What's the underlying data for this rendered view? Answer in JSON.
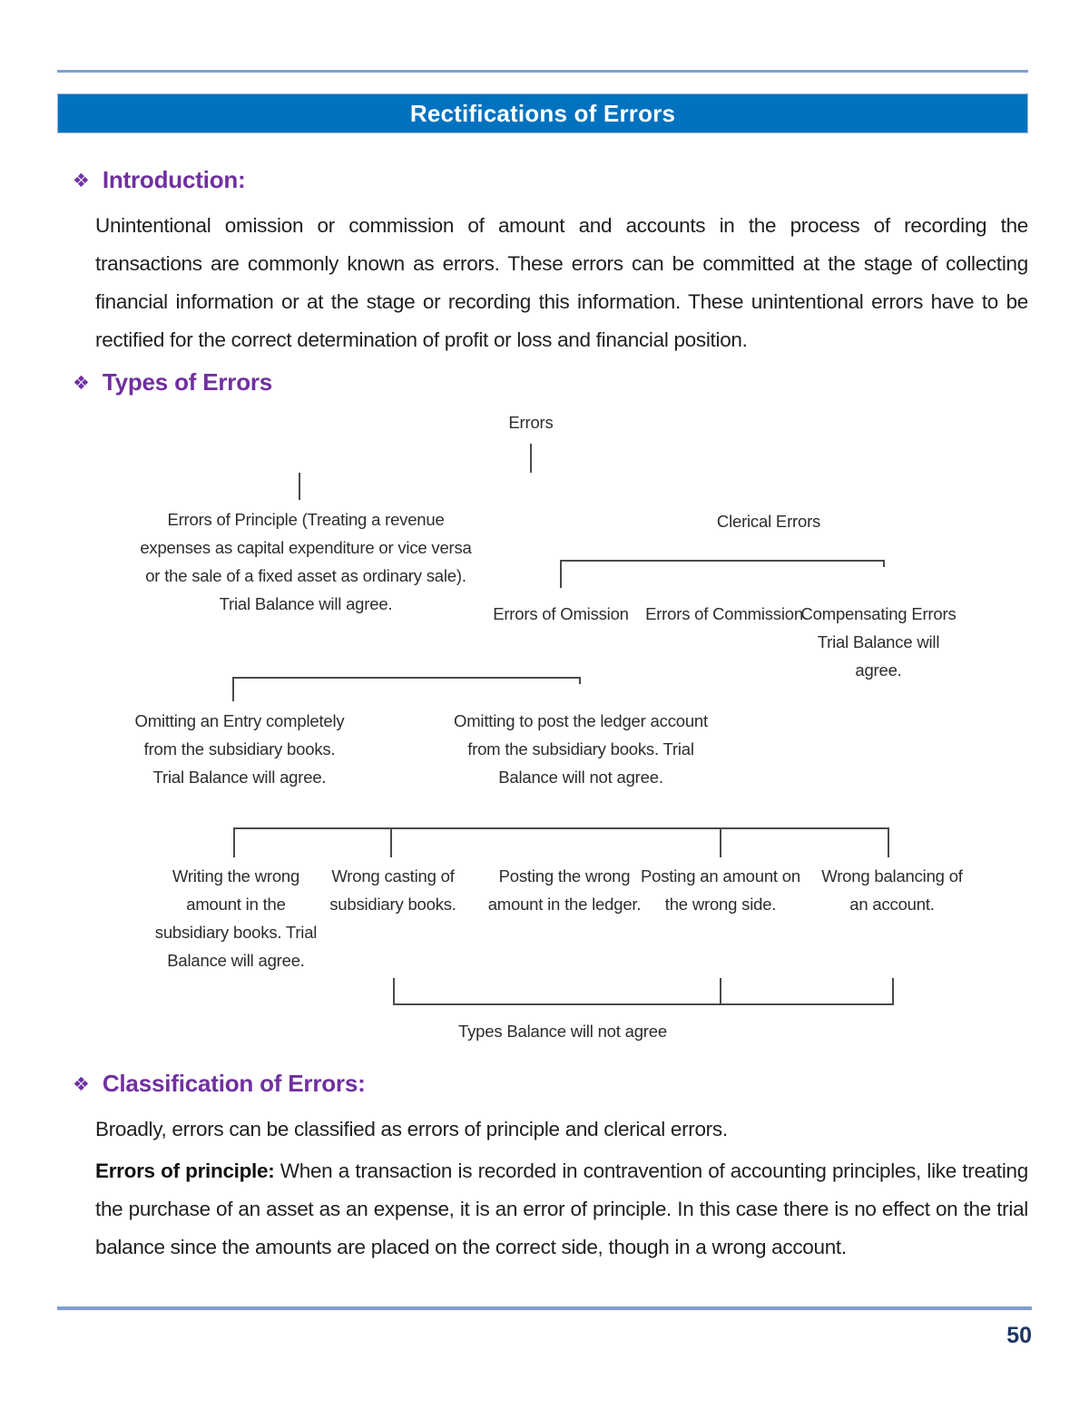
{
  "page": {
    "bullet_glyph": "❖",
    "page_number": "50",
    "colors": {
      "title_bar_blue": "#0072bf",
      "rule_blue": "#7f9ed6",
      "heading_purple": "#7030a0",
      "page_number_navy": "#1e3560",
      "diagram_line_gray": "#4a4a4a"
    }
  },
  "title_bar": {
    "title": "Rectifications of Errors"
  },
  "sections": {
    "introduction": {
      "heading": "Introduction:",
      "paragraph": "Unintentional omission or commission of amount and accounts in the process of recording the transactions are commonly known as errors. These errors can be committed at the stage of collecting financial information or at the stage or recording this information. These unintentional errors have to be rectified for the correct determination of profit or loss and financial position."
    },
    "types": {
      "heading": "Types of Errors"
    },
    "classification": {
      "heading": "Classification of Errors:",
      "intro_line": "Broadly, errors can be classified as errors of principle and clerical errors.",
      "principle_lead": "Errors of principle:",
      "principle_text": " When a transaction is recorded in contravention of accounting principles, like treating the purchase of an asset as an expense, it is an error of principle. In this case there is no effect on the trial balance since the amounts are placed on the correct side, though in a wrong account."
    }
  },
  "diagram": {
    "root": "Errors",
    "principle_node": {
      "line1": "Errors of Principle (Treating a revenue",
      "line2": "expenses as capital expenditure or vice versa",
      "line3": "or the sale of a fixed asset as ordinary sale).",
      "line4": "Trial Balance will agree."
    },
    "clerical_node": "Clerical Errors",
    "omission_node": "Errors of Omission",
    "commission_node": "Errors of Commission",
    "compensating_node": {
      "line1": "Compensating Errors",
      "line2": "Trial Balance will",
      "line3": "agree."
    },
    "omit_entry_node": {
      "line1": "Omitting an Entry completely",
      "line2": "from the subsidiary books.",
      "line3": "Trial Balance will agree."
    },
    "omit_post_node": {
      "line1": "Omitting to post the ledger account",
      "line2": "from the subsidiary books. Trial",
      "line3": "Balance will not agree."
    },
    "commission_children": [
      {
        "line1": "Writing the wrong",
        "line2": "amount in the",
        "line3": "subsidiary books. Trial",
        "line4": "Balance will agree."
      },
      {
        "line1": "Wrong casting of",
        "line2": "subsidiary books."
      },
      {
        "line1": "Posting the wrong",
        "line2": "amount in the ledger."
      },
      {
        "line1": "Posting an amount on",
        "line2": "the wrong side."
      },
      {
        "line1": "Wrong balancing of",
        "line2": "an account."
      }
    ],
    "caption": "Types Balance will not agree"
  }
}
